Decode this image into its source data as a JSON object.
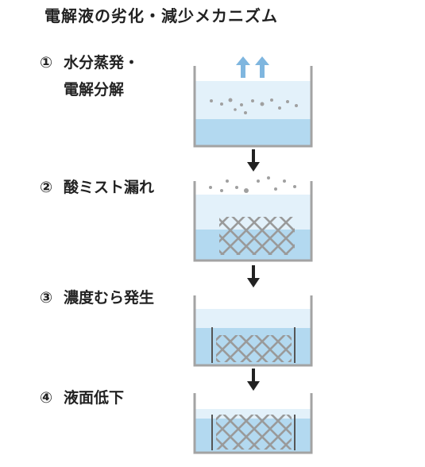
{
  "title": "電解液の劣化・減少メカニズム",
  "steps": [
    {
      "num": "①",
      "line1": "水分蒸発・",
      "line2": "電解分解"
    },
    {
      "num": "②",
      "line1": "酸ミスト漏れ"
    },
    {
      "num": "③",
      "line1": "濃度むら発生"
    },
    {
      "num": "④",
      "line1": "液面低下"
    }
  ],
  "colors": {
    "wall": "#a3a3a3",
    "liquid_light": "#e3f1fa",
    "liquid_dark": "#b3d9f0",
    "arrow_up": "#7fb6df",
    "arrow_down": "#222222",
    "plate": "#9a9a9a",
    "mist": "#a0a0a0"
  }
}
